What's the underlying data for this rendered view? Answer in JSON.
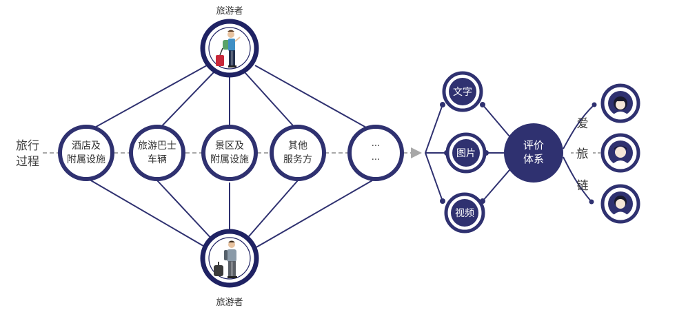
{
  "top_traveler_label": "旅游者",
  "bottom_traveler_label": "旅游者",
  "travel_process": [
    "旅行",
    "过程"
  ],
  "providers": [
    [
      "酒店及",
      "附属设施"
    ],
    [
      "旅游巴士",
      "车辆"
    ],
    [
      "景区及",
      "附属设施"
    ],
    [
      "其他",
      "服务方"
    ],
    [
      "···",
      "···"
    ]
  ],
  "media": [
    "文字",
    "图片",
    "视频"
  ],
  "evaluation_system": [
    "评价",
    "体系"
  ],
  "chain_chars": [
    "爱",
    "旅",
    "链"
  ],
  "colors": {
    "navy": "#2f3170",
    "dark_navy": "#1f2263",
    "line": "#2f3170",
    "dash": "#a8a8a8",
    "hub_fill": "#2f3170",
    "text_dark": "#333333"
  },
  "icons": [
    "traveler-with-suitcase-icon",
    "traveler-with-backpack-icon",
    "avatar-woman-icon",
    "avatar-man-icon",
    "avatar-woman-2-icon"
  ]
}
